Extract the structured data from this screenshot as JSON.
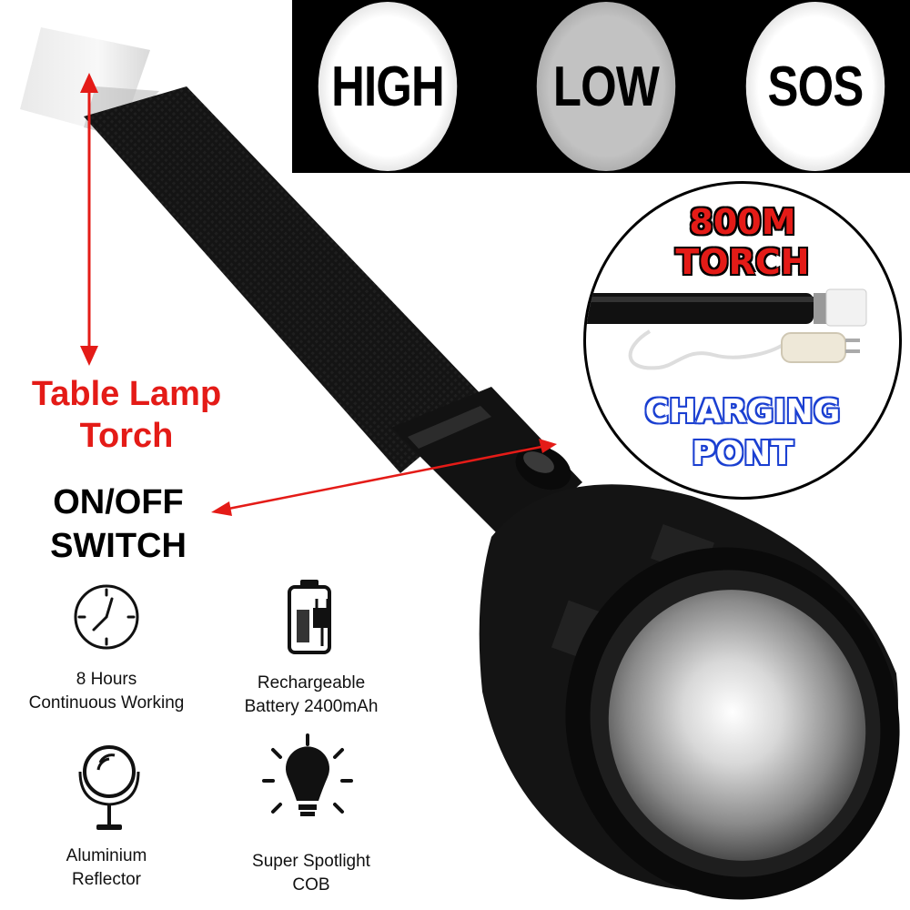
{
  "modes": {
    "high": "HIGH",
    "low": "LOW",
    "sos": "SOS"
  },
  "callouts": {
    "table_lamp_line1": "Table Lamp",
    "table_lamp_line2": "Torch",
    "switch_line1": "ON/OFF",
    "switch_line2": "SWITCH"
  },
  "inset": {
    "title_line1": "800M",
    "title_line2": "TORCH",
    "bottom_line1": "CHARGING",
    "bottom_line2": "PONT"
  },
  "features": [
    {
      "icon": "clock-icon",
      "line1": "8 Hours",
      "line2": "Continuous Working"
    },
    {
      "icon": "battery-plug-icon",
      "line1": "Rechargeable",
      "line2": "Battery 2400mAh"
    },
    {
      "icon": "mirror-icon",
      "line1": "Aluminium",
      "line2": "Reflector"
    },
    {
      "icon": "light-bulb-icon",
      "line1": "Super Spotlight",
      "line2": "COB"
    }
  ],
  "colors": {
    "accent_red": "#e41b17",
    "charging_blue": "#1a3fd1",
    "torch_body": "#141414"
  }
}
